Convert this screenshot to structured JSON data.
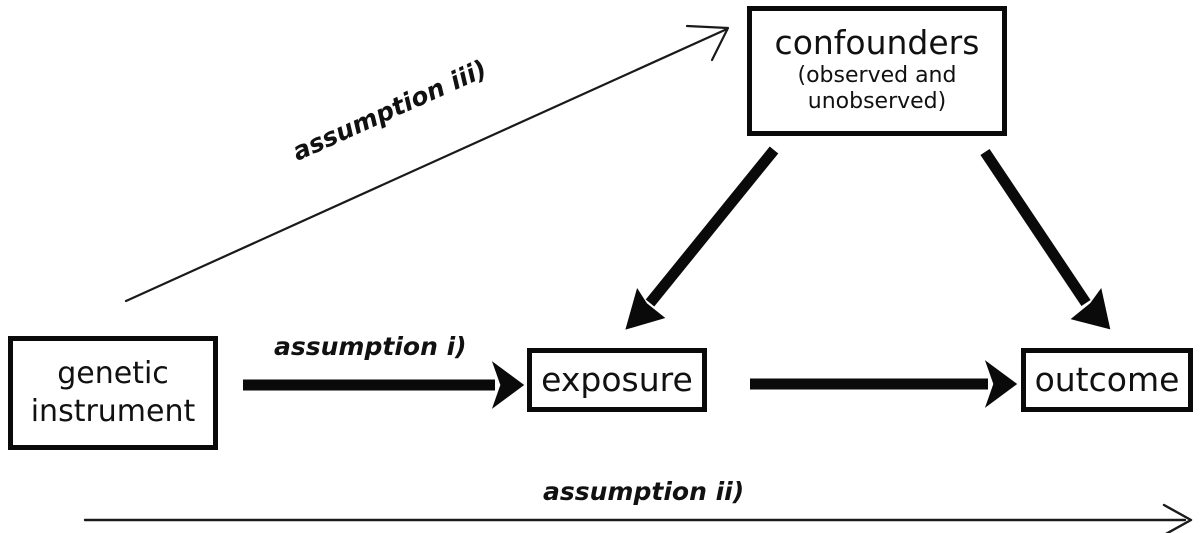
{
  "diagram": {
    "title": "Mendelian randomization assumptions diagram",
    "background_color": "#ffffff",
    "stroke_color": "#0a0a0a",
    "nodes": {
      "genetic_instrument": {
        "line1": "genetic",
        "line2": "instrument"
      },
      "exposure": {
        "line1": "exposure"
      },
      "outcome": {
        "line1": "outcome"
      },
      "confounders": {
        "line1": "confounders",
        "line2": "(observed and",
        "line3": "unobserved)"
      }
    },
    "labels": {
      "assumption_i": "assumption i)",
      "assumption_ii": "assumption ii)",
      "assumption_iii": "assumption iii)"
    },
    "edges": [
      {
        "name": "instrument-to-exposure",
        "from": "genetic instrument",
        "to": "exposure",
        "label": "assumption i)",
        "style": "thick"
      },
      {
        "name": "exposure-to-outcome",
        "from": "exposure",
        "to": "outcome",
        "label": "",
        "style": "thick"
      },
      {
        "name": "confounders-to-exposure",
        "from": "confounders",
        "to": "exposure",
        "label": "",
        "style": "thick"
      },
      {
        "name": "confounders-to-outcome",
        "from": "confounders",
        "to": "outcome",
        "label": "",
        "style": "thick"
      },
      {
        "name": "instrument-to-confounders",
        "from": "genetic instrument",
        "to": "confounders",
        "label": "assumption iii)",
        "style": "thin"
      },
      {
        "name": "instrument-to-outcome-direct",
        "from": "genetic instrument",
        "to": "outcome",
        "label": "assumption ii)",
        "style": "thin"
      }
    ]
  }
}
